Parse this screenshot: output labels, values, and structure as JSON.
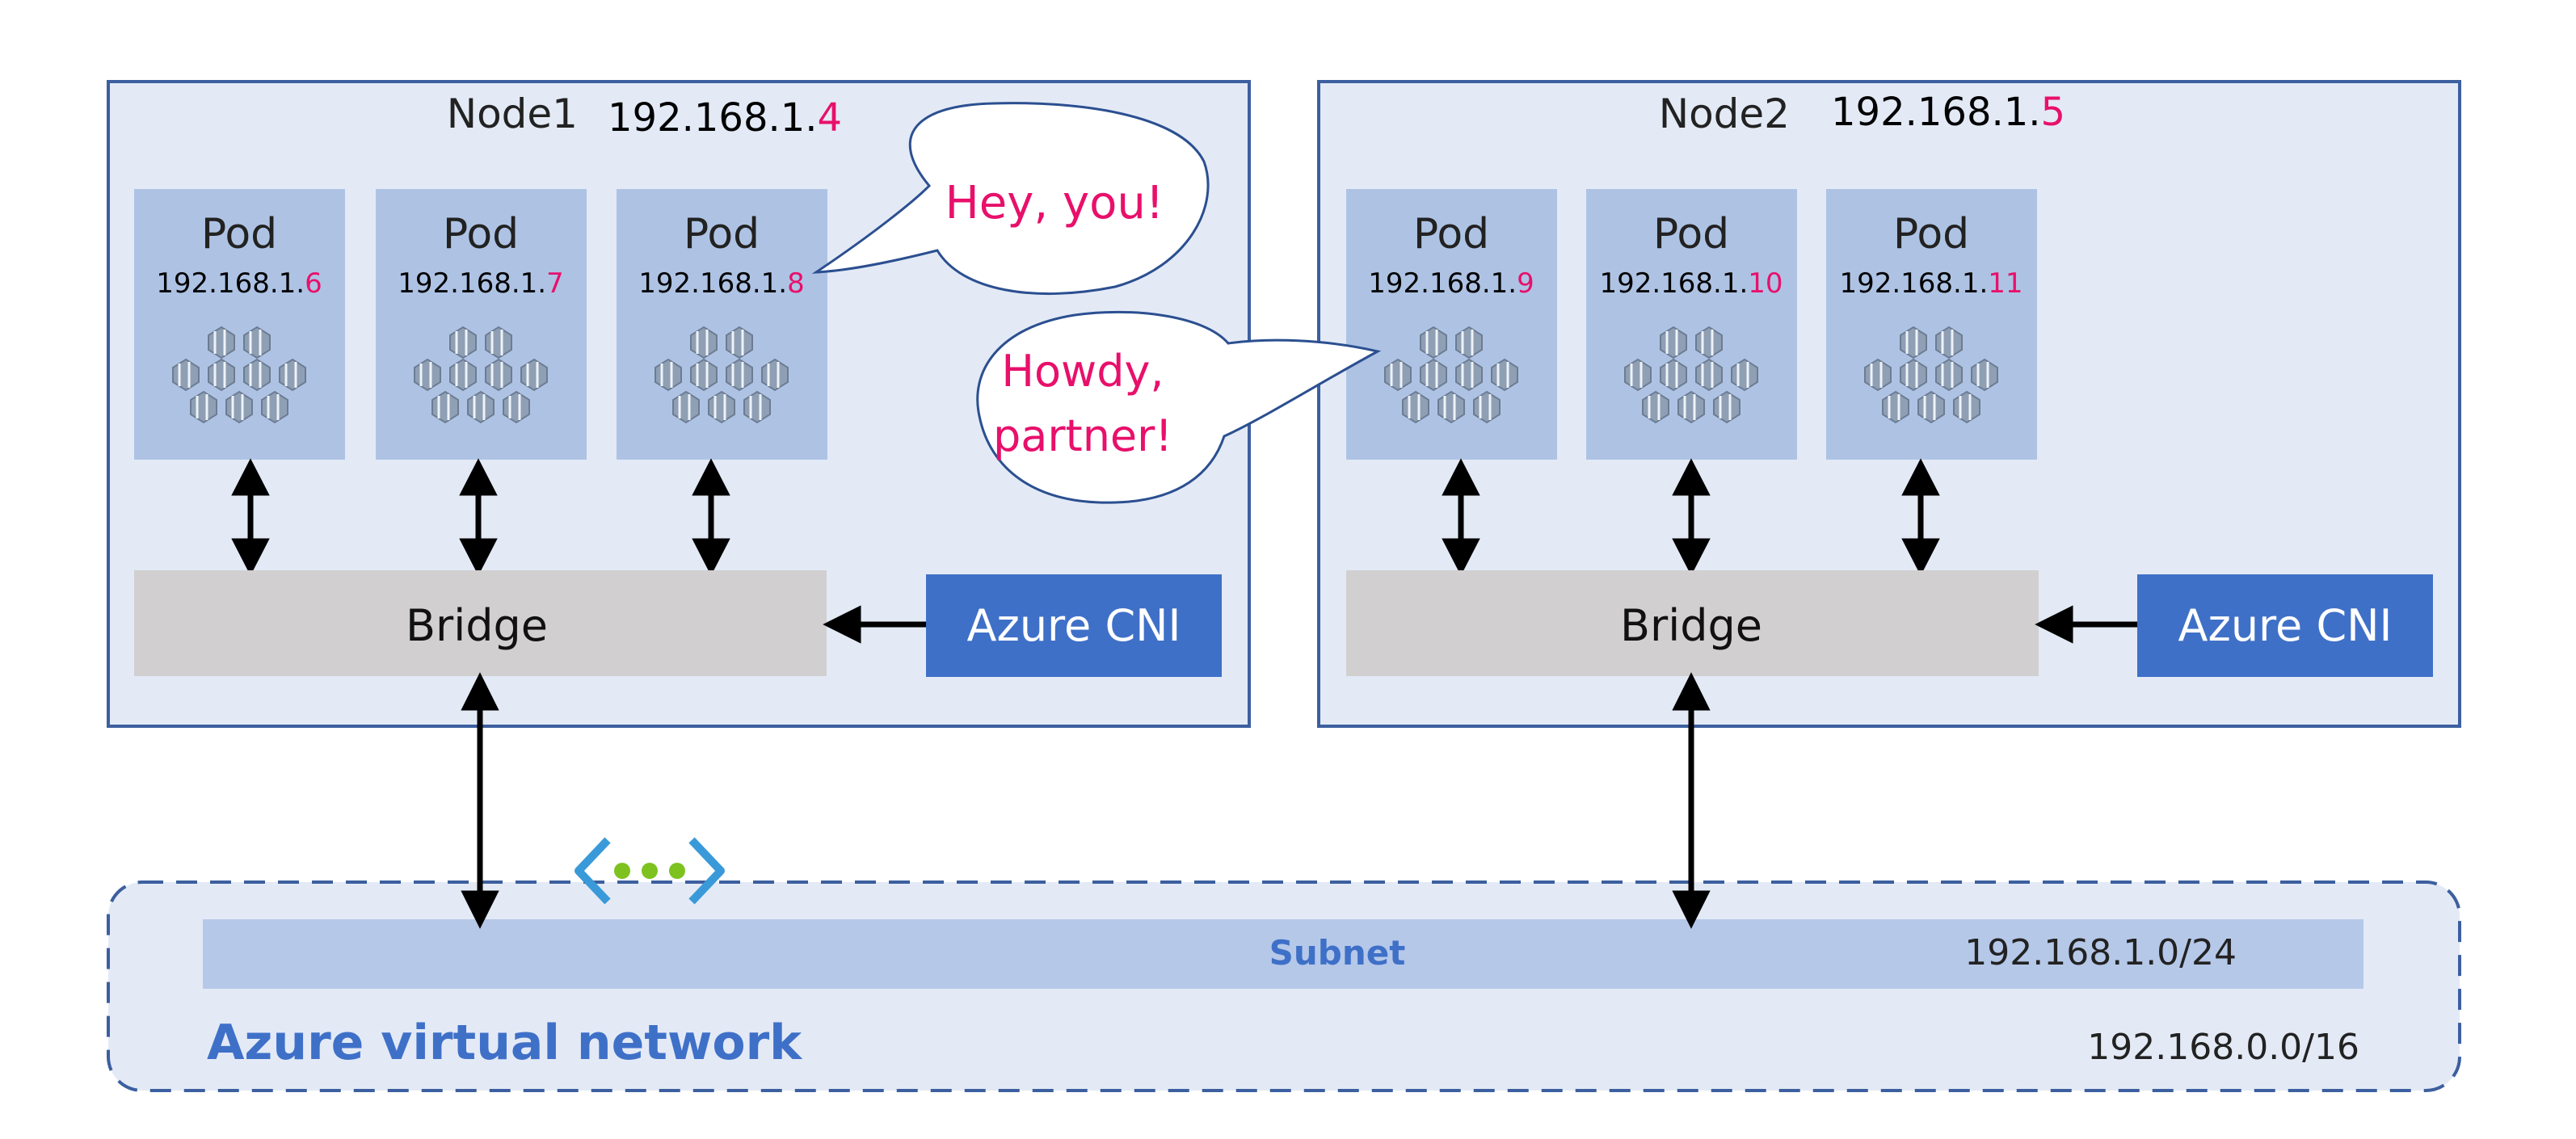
{
  "colors": {
    "node_fill": "#e3eaf6",
    "node_border": "#3c5f9f",
    "pod_fill": "#aec3e4",
    "bridge_fill": "#d1cfd0",
    "cni_fill": "#3f70c8",
    "accent": "#e8106b",
    "subnet_fill": "#b5c8e8",
    "vnet_label": "#3f70c8",
    "vnet_border": "#3c5f9f",
    "icon_blue": "#3a9ad9",
    "icon_green": "#7dc21f"
  },
  "nodes": [
    {
      "name": "Node1",
      "ip_prefix": "192.168.1.",
      "ip_suffix": "4",
      "bridge_label": "Bridge",
      "cni_label": "Azure CNI",
      "pods": [
        {
          "label": "Pod",
          "ip_prefix": "192.168.1.",
          "ip_suffix": "6"
        },
        {
          "label": "Pod",
          "ip_prefix": "192.168.1.",
          "ip_suffix": "7"
        },
        {
          "label": "Pod",
          "ip_prefix": "192.168.1.",
          "ip_suffix": "8"
        }
      ]
    },
    {
      "name": "Node2",
      "ip_prefix": "192.168.1.",
      "ip_suffix": "5",
      "bridge_label": "Bridge",
      "cni_label": "Azure CNI",
      "pods": [
        {
          "label": "Pod",
          "ip_prefix": "192.168.1.",
          "ip_suffix": "9"
        },
        {
          "label": "Pod",
          "ip_prefix": "192.168.1.",
          "ip_suffix": "10"
        },
        {
          "label": "Pod",
          "ip_prefix": "192.168.1.",
          "ip_suffix": "11"
        }
      ]
    }
  ],
  "bubbles": {
    "first": {
      "lines": [
        "Hey, you!"
      ]
    },
    "second": {
      "lines": [
        "Howdy,",
        "partner!"
      ]
    }
  },
  "subnet": {
    "label": "Subnet",
    "cidr": "192.168.1.0/24"
  },
  "vnet": {
    "label": "Azure virtual network",
    "cidr": "192.168.0.0/16"
  },
  "icons": {
    "vnet": "virtual-network-icon",
    "pod": "kubernetes-pod-icon"
  }
}
